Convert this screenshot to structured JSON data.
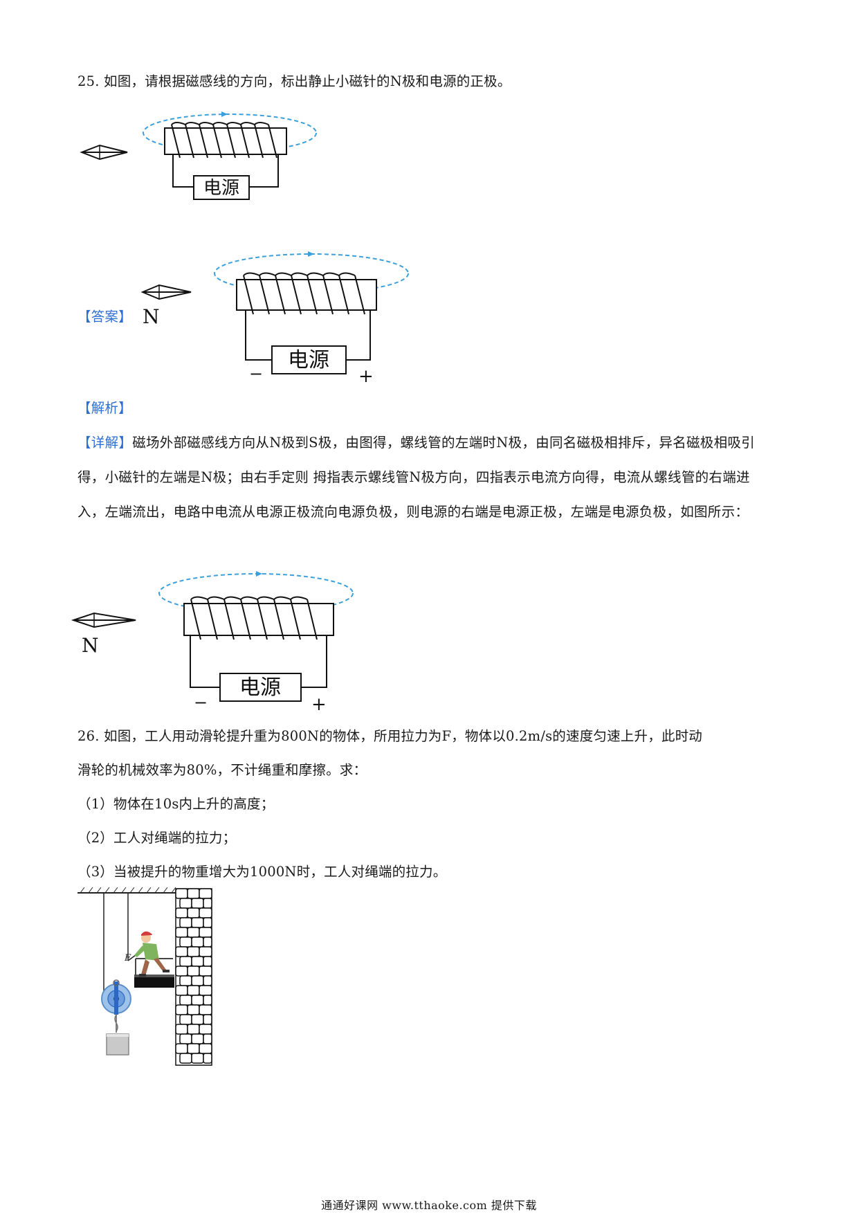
{
  "q25": {
    "question": "25. 如图，请根据磁感线的方向，标出静止小磁针的N极和电源的正极。",
    "power_label": "电源",
    "answer_tag": "【答案】",
    "analysis_tag": "【解析】",
    "detail_tag": "【详解】",
    "detail_text": "磁场外部磁感线方向从N极到S极，由图得，螺线管的左端时N极，由同名磁极相排斥，异名磁极相吸引得，小磁针的左端是N极；由右手定则 拇指表示螺线管N极方向，四指表示电流方向得，电流从螺线管的右端进入，左端流出，电路中电流从电源正极流向电源负极，则电源的右端是电源正极，左端是电源负极，如图所示：",
    "pole_n": "N",
    "minus": "−",
    "plus": "+"
  },
  "q26": {
    "question_line1": "26. 如图，工人用动滑轮提升重为800N的物体，所用拉力为F，物体以0.2m/s的速度匀速上升，此时动",
    "question_line2": "滑轮的机械效率为80%，不计绳重和摩擦。求：",
    "items": [
      "（1）物体在10s内上升的高度；",
      "（2）工人对绳端的拉力；",
      "（3）当被提升的物重增大为1000N时，工人对绳端的拉力。"
    ],
    "force_label": "F"
  },
  "footer": "通通好课网  www.tthaoke.com  提供下载",
  "colors": {
    "field_line": "#3aa0dd",
    "tag": "#2f6fd1"
  }
}
